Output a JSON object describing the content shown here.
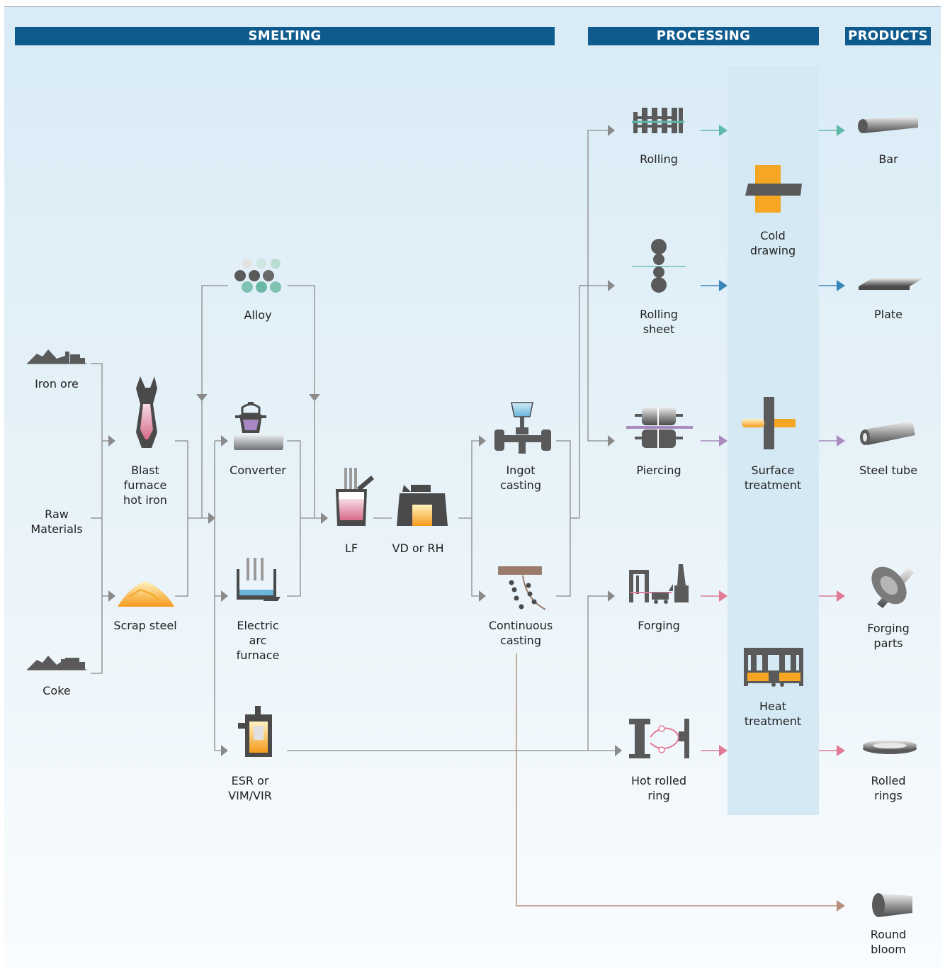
{
  "headers": {
    "smelting": "SMELTING",
    "processing": "PROCESSING",
    "products": "PRODUCTS"
  },
  "labels": {
    "iron_ore": "Iron ore",
    "raw_materials": "Raw\nMaterials",
    "coke": "Coke",
    "blast_furnace": "Blast\nfurnace\nhot iron",
    "scrap_steel": "Scrap steel",
    "alloy": "Alloy",
    "converter": "Converter",
    "electric_arc_furnace": "Electric\narc\nfurnace",
    "esr": "ESR or\nVIM/VIR",
    "lf": "LF",
    "vd_rh": "VD or RH",
    "ingot_casting": "Ingot\ncasting",
    "continuous_casting": "Continuous\ncasting",
    "rolling": "Rolling",
    "rolling_sheet": "Rolling\nsheet",
    "piercing": "Piercing",
    "forging": "Forging",
    "hot_rolled_ring": "Hot rolled\nring",
    "cold_drawing": "Cold\ndrawing",
    "surface_treatment": "Surface\ntreatment",
    "heat_treatment": "Heat\ntreatment",
    "bar": "Bar",
    "plate": "Plate",
    "steel_tube": "Steel tube",
    "forging_parts": "Forging\nparts",
    "rolled_rings": "Rolled\nrings",
    "round_bloom": "Round\nbloom"
  },
  "colors": {
    "header": "#0f5b8e",
    "flow_line": "#8a8a8a",
    "bar_route": "#5fb8a8",
    "plate_route": "#3a86b8",
    "tube_route": "#a98bc0",
    "forge_route": "#e07a96",
    "bloom_route": "#b8907a",
    "accent_orange": "#f5a623"
  },
  "icons": {
    "iron_ore": "ore-pile-icon",
    "coke": "coke-pile-icon",
    "blast_furnace": "blast-furnace-icon",
    "scrap_steel": "scrap-pile-icon",
    "alloy": "alloy-balls-icon",
    "converter": "converter-icon",
    "electric_arc_furnace": "arc-furnace-icon",
    "esr": "esr-furnace-icon",
    "lf": "ladle-furnace-icon",
    "vd_rh": "vacuum-degasser-icon",
    "ingot_casting": "ingot-mold-icon",
    "continuous_casting": "caster-icon",
    "rolling": "rolling-mill-icon",
    "rolling_sheet": "sheet-rollers-icon",
    "piercing": "piercing-mill-icon",
    "forging": "forging-press-icon",
    "hot_rolled_ring": "ring-mill-icon",
    "cold_drawing": "die-drawing-icon",
    "surface_treatment": "surface-treatment-icon",
    "heat_treatment": "heat-treatment-furnace-icon",
    "bar": "bar-icon",
    "plate": "plate-icon",
    "steel_tube": "tube-icon",
    "forging_parts": "flange-part-icon",
    "rolled_rings": "ring-icon",
    "round_bloom": "bloom-icon"
  }
}
